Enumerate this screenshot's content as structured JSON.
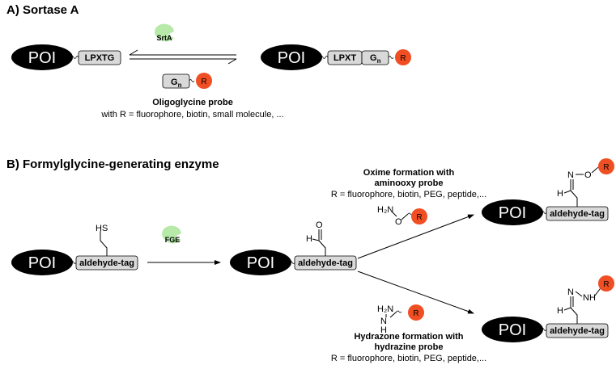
{
  "section_a": {
    "header": "A)  Sortase A",
    "poi_label": "POI",
    "tag_lpxtg": "LPXTG",
    "enzyme": "SrtA",
    "tag_lpxt": "LPXT",
    "gn_label": "G",
    "gn_sub": "n",
    "r_label": "R",
    "probe_title": "Oligoglycine probe",
    "probe_desc": "with R = fluorophore, biotin, small molecule, ..."
  },
  "section_b": {
    "header": "B)  Formylglycine-generating enzyme",
    "poi_label": "POI",
    "tag": "aldehyde-tag",
    "enzyme": "FGE",
    "sh_label": "HS",
    "h_label": "H",
    "o_label": "O",
    "n_label": "N",
    "nh_label": "NH",
    "h2n_label": "H₂N",
    "r_label": "R",
    "oxime_title_1": "Oxime formation with",
    "oxime_title_2": "aminooxy probe",
    "oxime_desc": "R = fluorophore, biotin, PEG, peptide,...",
    "hydrazone_title_1": "Hydrazone formation with",
    "hydrazone_title_2": "hydrazine probe",
    "hydrazone_desc": "R = fluorophore, biotin, PEG, peptide,..."
  },
  "colors": {
    "poi_fill": "#000000",
    "tag_fill": "#d9d9d9",
    "enzyme_fill": "#b7eaa9",
    "r_fill": "#f04e23"
  }
}
